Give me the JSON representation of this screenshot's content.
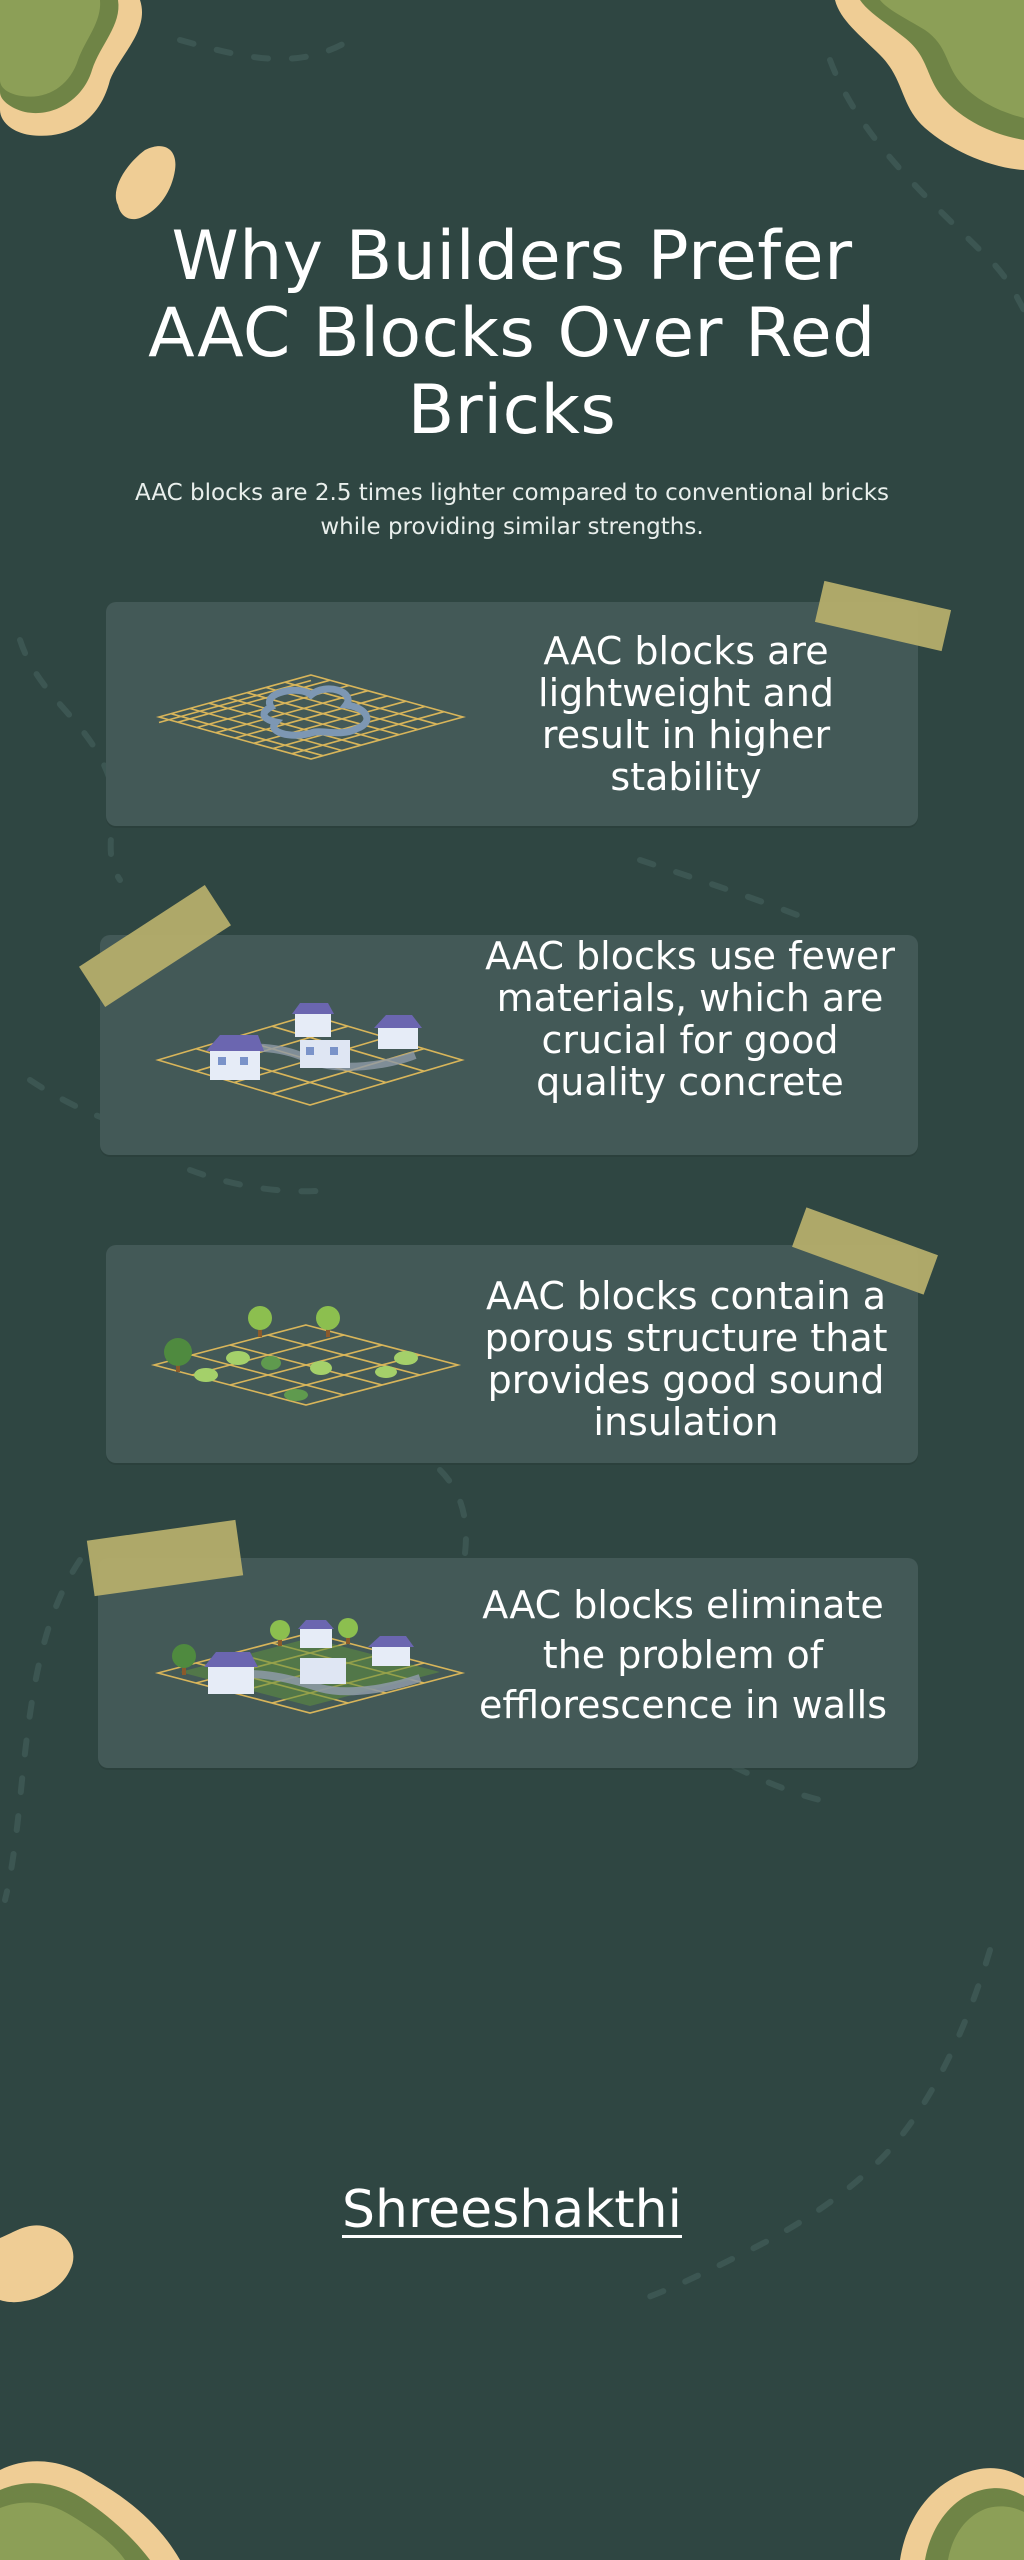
{
  "title": "Why Builders Prefer AAC Blocks Over Red Bricks",
  "subtitle": "AAC blocks are 2.5 times lighter compared to conventional bricks while providing similar strengths.",
  "cards": [
    {
      "text": "AAC blocks are lightweight and result in higher stability",
      "illustration": "grid-with-road-icon"
    },
    {
      "text": "AAC blocks use fewer materials, which are crucial for good quality concrete",
      "illustration": "houses-on-grid-icon"
    },
    {
      "text": "AAC blocks contain a porous structure that provides good sound insulation",
      "illustration": "trees-on-grid-icon"
    },
    {
      "text": "AAC blocks eliminate the problem of efflorescence in walls",
      "illustration": "town-on-grid-icon"
    }
  ],
  "brand": "Shreeshakthi",
  "colors": {
    "background": "#2f4642",
    "card": "#435957",
    "tape": "#b3ab6a",
    "sand": "#efcd95",
    "moss": "#8c9f57",
    "grid": "#d8b55a"
  }
}
